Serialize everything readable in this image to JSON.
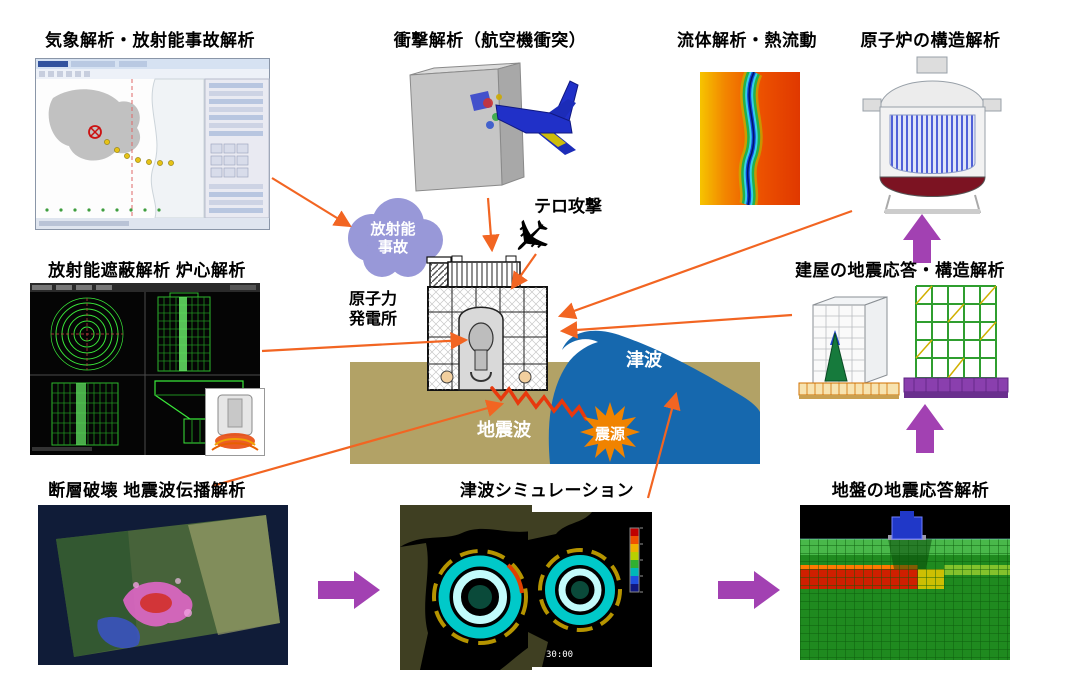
{
  "diagram": {
    "titles": {
      "weather": "気象解析・放射能事故解析",
      "impact": "衝撃解析（航空機衝突）",
      "fluid": "流体解析・熱流動",
      "reactor": "原子炉の構造解析",
      "shielding": "放射能遮蔽解析 炉心解析",
      "building": "建屋の地震応答・構造解析",
      "fault": "断層破壊 地震波伝播解析",
      "tsunami_sim": "津波シミュレーション",
      "ground": "地盤の地震応答解析"
    },
    "scene": {
      "accident_cloud": "放射能\n事故",
      "plant": "原子力\n発電所",
      "terror": "テロ攻撃",
      "seismic_wave": "地震波",
      "epicenter": "震源",
      "tsunami": "津波",
      "sim_time": "30:00"
    },
    "icons": {
      "terror_plane": "✈"
    },
    "colors": {
      "arrow_orange": "#f26522",
      "block_arrow_purple": "#a241b2",
      "cloud_purple": "#9898d8",
      "ground_khaki": "#b2a266",
      "tsunami_blue": "#1668ae",
      "epicenter_orange": "#f08300",
      "seismic_zigzag_red": "#e8380d"
    }
  }
}
